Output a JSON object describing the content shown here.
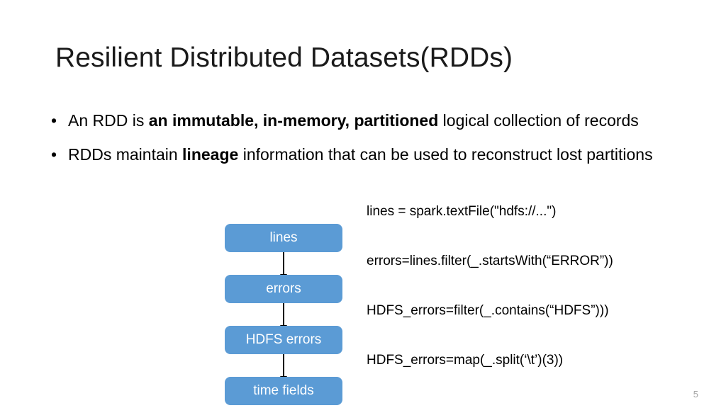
{
  "slide": {
    "title": "Resilient Distributed Datasets(RDDs)",
    "number": "5",
    "bullet_marker": "•",
    "accent_color": "#5B9BD5",
    "bullets": [
      {
        "part1": "An RDD is ",
        "bold": "an immutable, in-memory, partitioned",
        "part2": " logical collection of records"
      },
      {
        "part1": "RDDs maintain ",
        "bold": "lineage",
        "part2": " information that can be used to reconstruct lost partitions"
      }
    ],
    "flow": {
      "nodes": [
        {
          "label": "lines"
        },
        {
          "label": "errors"
        },
        {
          "label": "HDFS errors"
        },
        {
          "label": "time fields"
        }
      ]
    },
    "code_lines": [
      "lines = spark.textFile(\"hdfs://...\")",
      "errors=lines.filter(_.startsWith(“ERROR”))",
      "HDFS_errors=filter(_.contains(“HDFS”)))",
      "HDFS_errors=map(_.split(‘\\t’)(3))"
    ]
  }
}
